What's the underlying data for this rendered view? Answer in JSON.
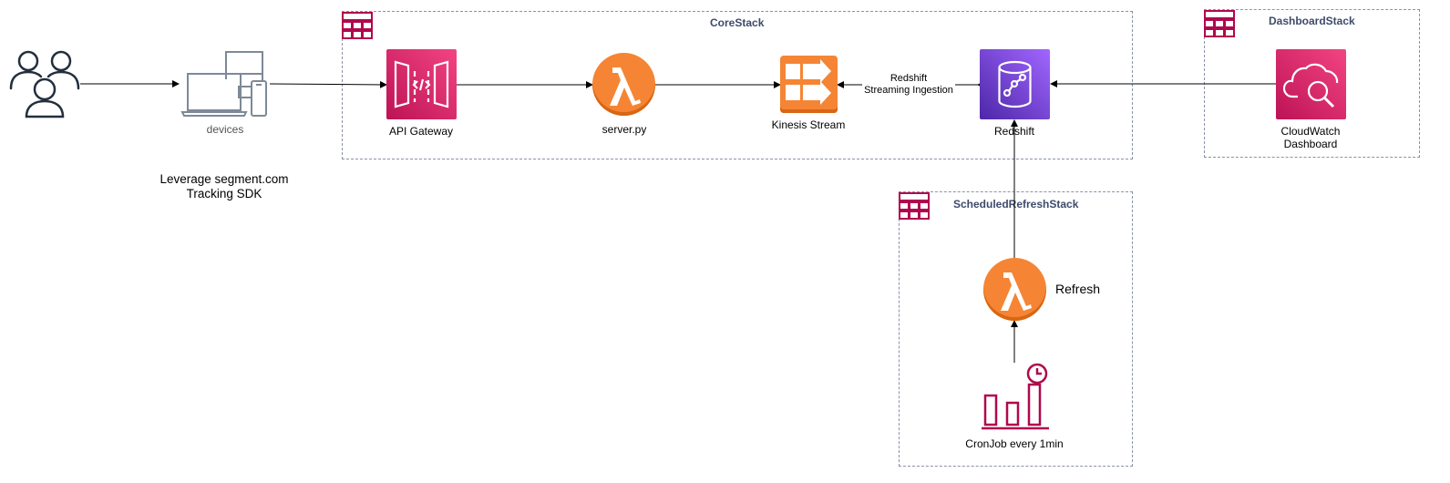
{
  "groups": {
    "core": "CoreStack",
    "dashboard": "DashboardStack",
    "scheduled": "ScheduledRefreshStack"
  },
  "nodes": {
    "devices": "devices",
    "sdk_note_line1": "Leverage segment.com",
    "sdk_note_line2": "Tracking SDK",
    "api_gateway": "API Gateway",
    "server": "server.py",
    "kinesis": "Kinesis Stream",
    "redshift": "Redshift",
    "cloudwatch_line1": "CloudWatch",
    "cloudwatch_line2": "Dashboard",
    "refresh": "Refresh",
    "cronjob": "CronJob every 1min"
  },
  "edges": {
    "ingestion_line1": "Redshift",
    "ingestion_line2": "Streaming Ingestion"
  },
  "icons": {
    "users": "users-icon",
    "devices": "devices-icon",
    "api_gateway": "api-gateway-icon",
    "lambda": "lambda-icon",
    "kinesis": "kinesis-icon",
    "redshift": "redshift-icon",
    "cloudwatch": "cloudwatch-icon",
    "cron": "scheduled-event-icon",
    "stack": "cloudformation-stack-icon"
  },
  "colors": {
    "api_gateway": "#e7157b",
    "lambda": "#f58534",
    "redshift": "#8c4fff",
    "cloudwatch": "#e7157b",
    "stack": "#b0084d",
    "group_border": "#8b92a8",
    "group_label": "#3d4b6b"
  }
}
